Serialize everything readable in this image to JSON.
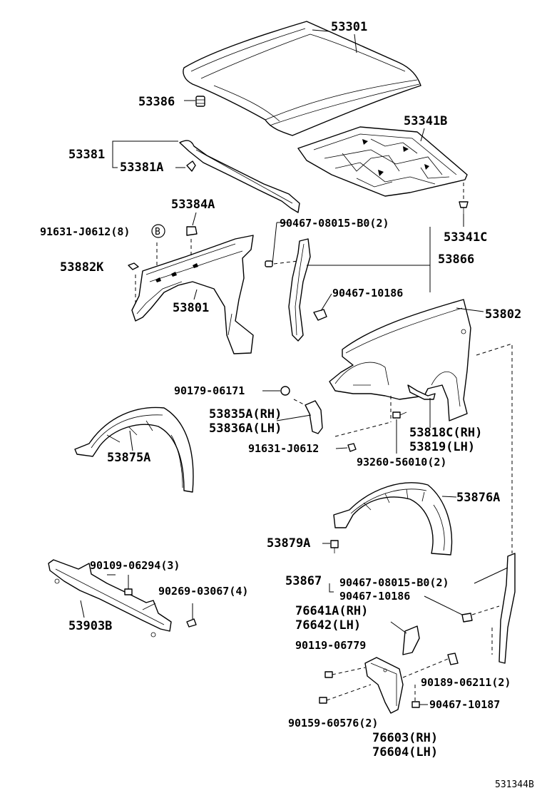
{
  "labels": {
    "p53301": "53301",
    "p53386": "53386",
    "p53341B": "53341B",
    "p53381": "53381",
    "p53381A": "53381A",
    "p53384A": "53384A",
    "p91631_J0612_8": "91631-J0612(8)",
    "circle_b": "B",
    "p90467_08015_B0_2_top": "90467-08015-B0(2)",
    "p53341C": "53341C",
    "p53882K": "53882K",
    "p53866": "53866",
    "p90467_10186_top": "90467-10186",
    "p53801": "53801",
    "p53802": "53802",
    "p90179_06171": "90179-06171",
    "p53835A": "53835A(RH)",
    "p53836A": "53836A(LH)",
    "p53818C": "53818C(RH)",
    "p53819": "53819(LH)",
    "p53875A": "53875A",
    "p91631_J0612": "91631-J0612",
    "p93260_56010_2": "93260-56010(2)",
    "p53876A": "53876A",
    "p53879A": "53879A",
    "p90109_06294_3": "90109-06294(3)",
    "p53867": "53867",
    "p90467_08015_B0_2_bot": "90467-08015-B0(2)",
    "p90467_10186_bot": "90467-10186",
    "p90269_03067_4": "90269-03067(4)",
    "p53903B": "53903B",
    "p76641A": "76641A(RH)",
    "p76642": "76642(LH)",
    "p90119_06779": "90119-06779",
    "p90189_06211_2": "90189-06211(2)",
    "p90467_10187": "90467-10187",
    "p90159_60576_2": "90159-60576(2)",
    "p76603": "76603(RH)",
    "p76604": "76604(LH)",
    "diagram_id": "531344B"
  }
}
